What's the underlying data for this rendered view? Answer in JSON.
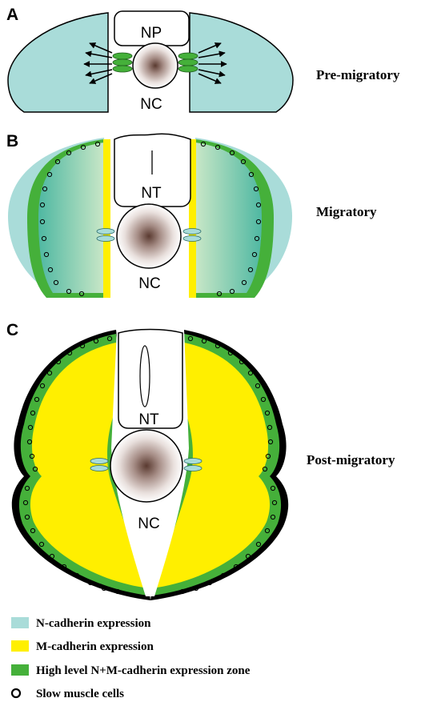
{
  "panels": [
    {
      "letter": "A",
      "top_label": "NP",
      "bottom_label": "NC",
      "stage": "Pre-migratory"
    },
    {
      "letter": "B",
      "top_label": "NT",
      "bottom_label": "NC",
      "stage": "Migratory"
    },
    {
      "letter": "C",
      "top_label": "NT",
      "bottom_label": "NC",
      "stage": "Post-migratory"
    }
  ],
  "legend": [
    {
      "label": "N-cadherin expression",
      "color": "#a9dcd9"
    },
    {
      "label": "M-cadherin expression",
      "color": "#ffef00"
    },
    {
      "label": "High level N+M-cadherin expression zone",
      "color": "#45b03a"
    },
    {
      "label": "Slow muscle cells",
      "icon": "circle-outline"
    }
  ],
  "colors": {
    "n_cadherin": "#a9dcd9",
    "m_cadherin": "#ffef00",
    "high_level_zone": "#45b03a",
    "outline": "#000000"
  }
}
